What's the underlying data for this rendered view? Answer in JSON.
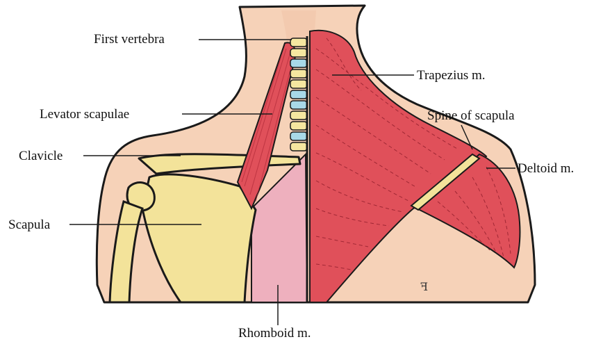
{
  "labels": {
    "first_vertebra": "First vertebra",
    "levator_scapulae": "Levator scapulae",
    "clavicle": "Clavicle",
    "scapula": "Scapula",
    "rhomboid": "Rhomboid m.",
    "trapezius": "Trapezius m.",
    "spine_of_scapula": "Spine of scapula",
    "deltoid": "Deltoid m."
  },
  "colors": {
    "skin": "#f6d2b8",
    "bone": "#f3e39a",
    "muscle": "#e0505a",
    "rhomboid": "#eeb0be",
    "vertebra_yellow": "#f5e7a0",
    "vertebra_blue": "#a8d9e8",
    "outline": "#1a1a1a"
  }
}
